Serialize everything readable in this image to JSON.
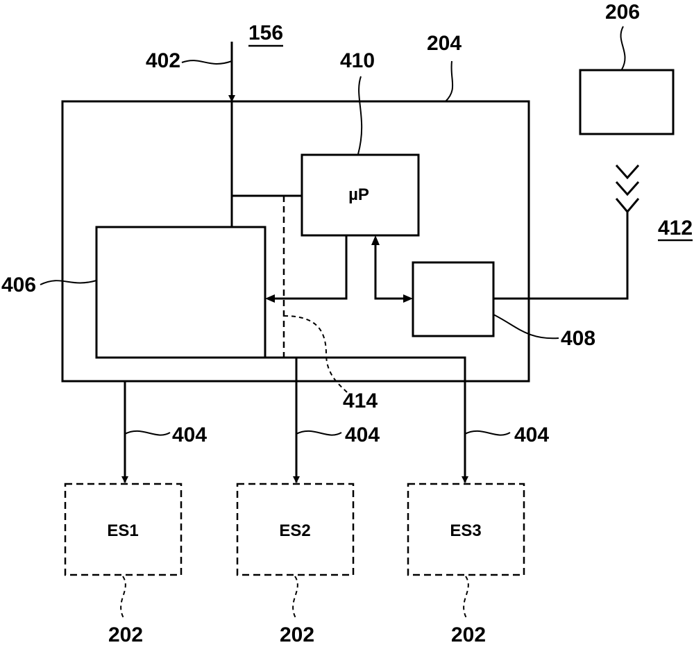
{
  "figure_ref": "156",
  "labels": {
    "processor": "µP",
    "es1": "ES1",
    "es2": "ES2",
    "es3": "ES3"
  },
  "refs": {
    "r202a": "202",
    "r202b": "202",
    "r202c": "202",
    "r204": "204",
    "r206": "206",
    "r402": "402",
    "r404a": "404",
    "r404b": "404",
    "r404c": "404",
    "r406": "406",
    "r408": "408",
    "r410": "410",
    "r412": "412",
    "r414": "414"
  }
}
